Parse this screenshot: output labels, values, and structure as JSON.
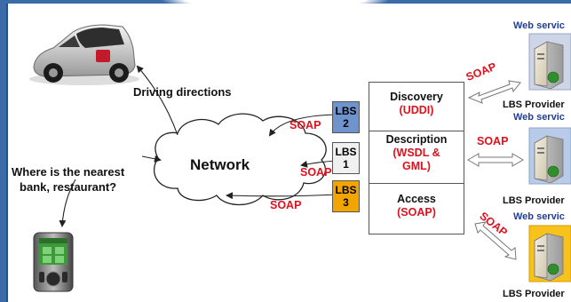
{
  "network": {
    "label": "Network"
  },
  "car_label": "Driving directions",
  "query": {
    "line1": "Where is the nearest",
    "line2": "bank, restaurant?"
  },
  "soap_label": "SOAP",
  "lbs_boxes": [
    {
      "line1": "LBS",
      "line2": "2",
      "color": "#6f93cd"
    },
    {
      "line1": "LBS",
      "line2": "1",
      "color": "#f0f0f0"
    },
    {
      "line1": "LBS",
      "line2": "3",
      "color": "#f2a500"
    }
  ],
  "registry": {
    "discovery": {
      "title": "Discovery",
      "detail": "(UDDI)"
    },
    "description": {
      "title": "Description",
      "detail_line1": "(WSDL &",
      "detail_line2": "GML)"
    },
    "access": {
      "title": "Access",
      "detail": "(SOAP)"
    }
  },
  "servers": [
    {
      "service_label": "Web servic",
      "provider_label": "LBS Provider"
    },
    {
      "service_label": "Web servic",
      "provider_label": "LBS Provider"
    },
    {
      "service_label": "Web servic",
      "provider_label": "LBS Provider"
    }
  ],
  "colors": {
    "frame": "#3d6aa8",
    "soap_red": "#e0101c",
    "service_blue": "#1f3f98",
    "lbs2": "#6f93cd",
    "lbs3": "#f2a500"
  }
}
